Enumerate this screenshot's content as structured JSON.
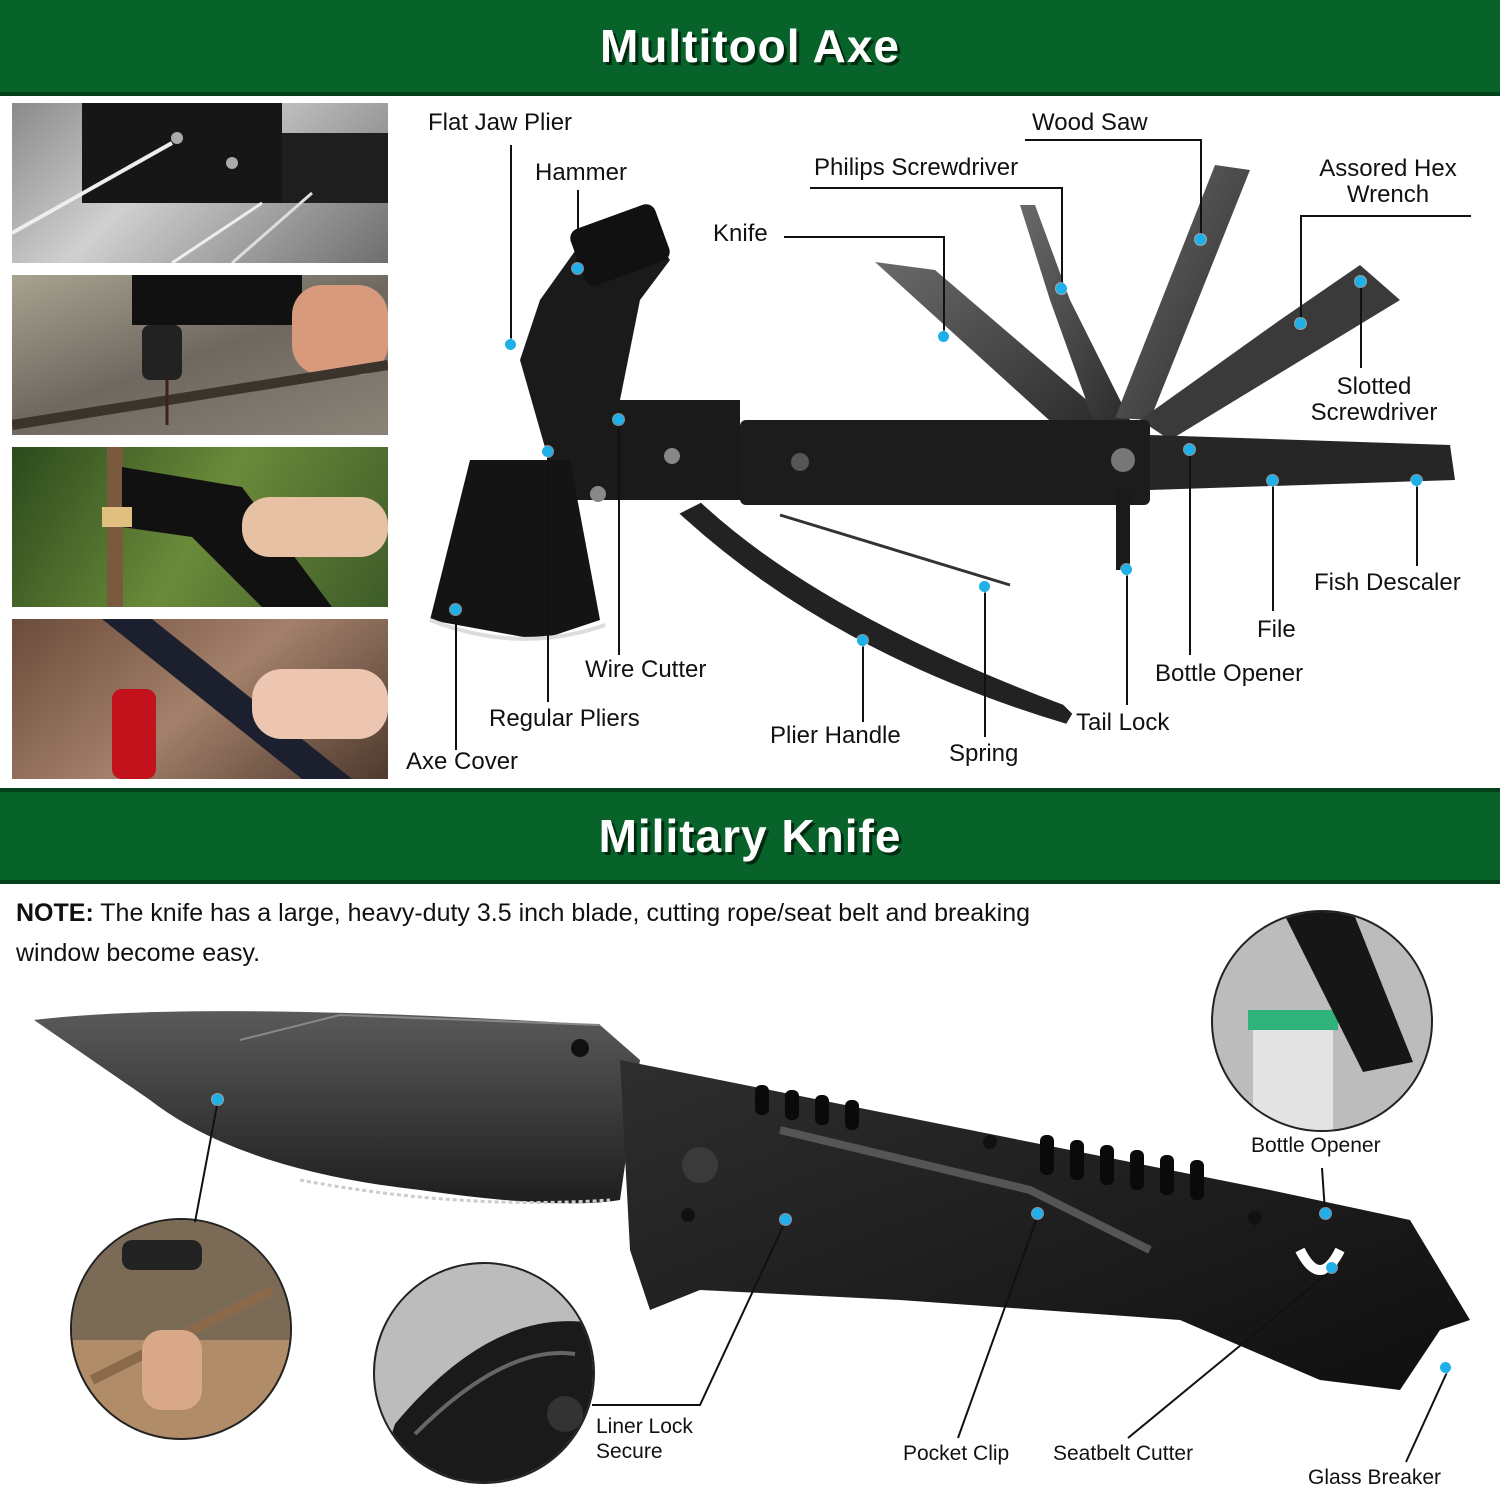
{
  "sections": {
    "axe": {
      "title": "Multitool Axe",
      "labels": {
        "flat_jaw_plier": "Flat Jaw Plier",
        "hammer": "Hammer",
        "knife": "Knife",
        "philips_screwdriver": "Philips Screwdriver",
        "wood_saw": "Wood Saw",
        "hex_wrench_line1": "Assored Hex",
        "hex_wrench_line2": "Wrench",
        "slotted_line1": "Slotted",
        "slotted_line2": "Screwdriver",
        "fish_descaler": "Fish Descaler",
        "file": "File",
        "bottle_opener": "Bottle Opener",
        "tail_lock": "Tail Lock",
        "spring": "Spring",
        "plier_handle": "Plier Handle",
        "wire_cutter": "Wire Cutter",
        "regular_pliers": "Regular Pliers",
        "axe_cover": "Axe Cover"
      },
      "photos": [
        "axe-cutting-wire",
        "hammer-driving-nail",
        "axe-chopping-branch",
        "bottle-opening"
      ]
    },
    "knife": {
      "title": "Military Knife",
      "note_label": "NOTE:",
      "note_text": " The knife has a large, heavy-duty 3.5 inch blade, cutting rope/seat belt and breaking window become easy.",
      "labels": {
        "bottle_opener": "Bottle Opener",
        "liner_lock_line1": "Liner Lock",
        "liner_lock_line2": "Secure",
        "pocket_clip": "Pocket Clip",
        "seatbelt_cutter": "Seatbelt Cutter",
        "glass_breaker": "Glass Breaker"
      }
    }
  },
  "colors": {
    "banner_green": "#076329",
    "callout_dot": "#1fb0ea",
    "tool_black": "#1c1c1c"
  }
}
